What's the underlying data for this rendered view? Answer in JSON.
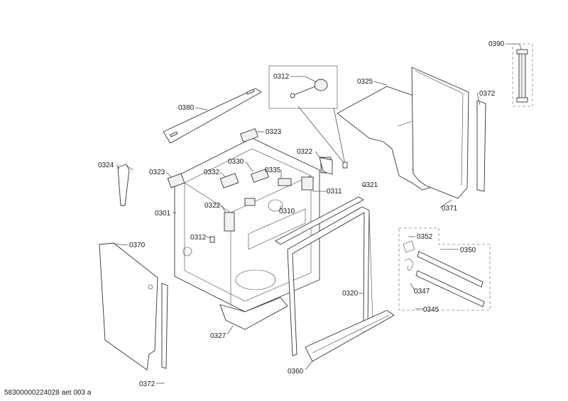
{
  "labels": {
    "p0390": "0390",
    "p0312_top": "0312",
    "p0325": "0325",
    "p0372_top": "0372",
    "p0380": "0380",
    "p0323_top": "0323",
    "p0322_top": "0322",
    "p0324": "0324",
    "p0323_left": "0323",
    "p0332": "0332",
    "p0330": "0330",
    "p0335": "0335",
    "p0311": "0311",
    "p0321": "0321",
    "p0301": "0301",
    "p0322_mid": "0322",
    "p0310": "0310",
    "p0371": "0371",
    "p0312_mid": "0312",
    "p0370": "0370",
    "p0352": "0352",
    "p0350": "0350",
    "p0347": "0347",
    "p0345": "0345",
    "p0320": "0320",
    "p0327": "0327",
    "p0360": "0360",
    "p0372_bottom": "0372"
  },
  "footer": "58300000224028 aet 003 a"
}
